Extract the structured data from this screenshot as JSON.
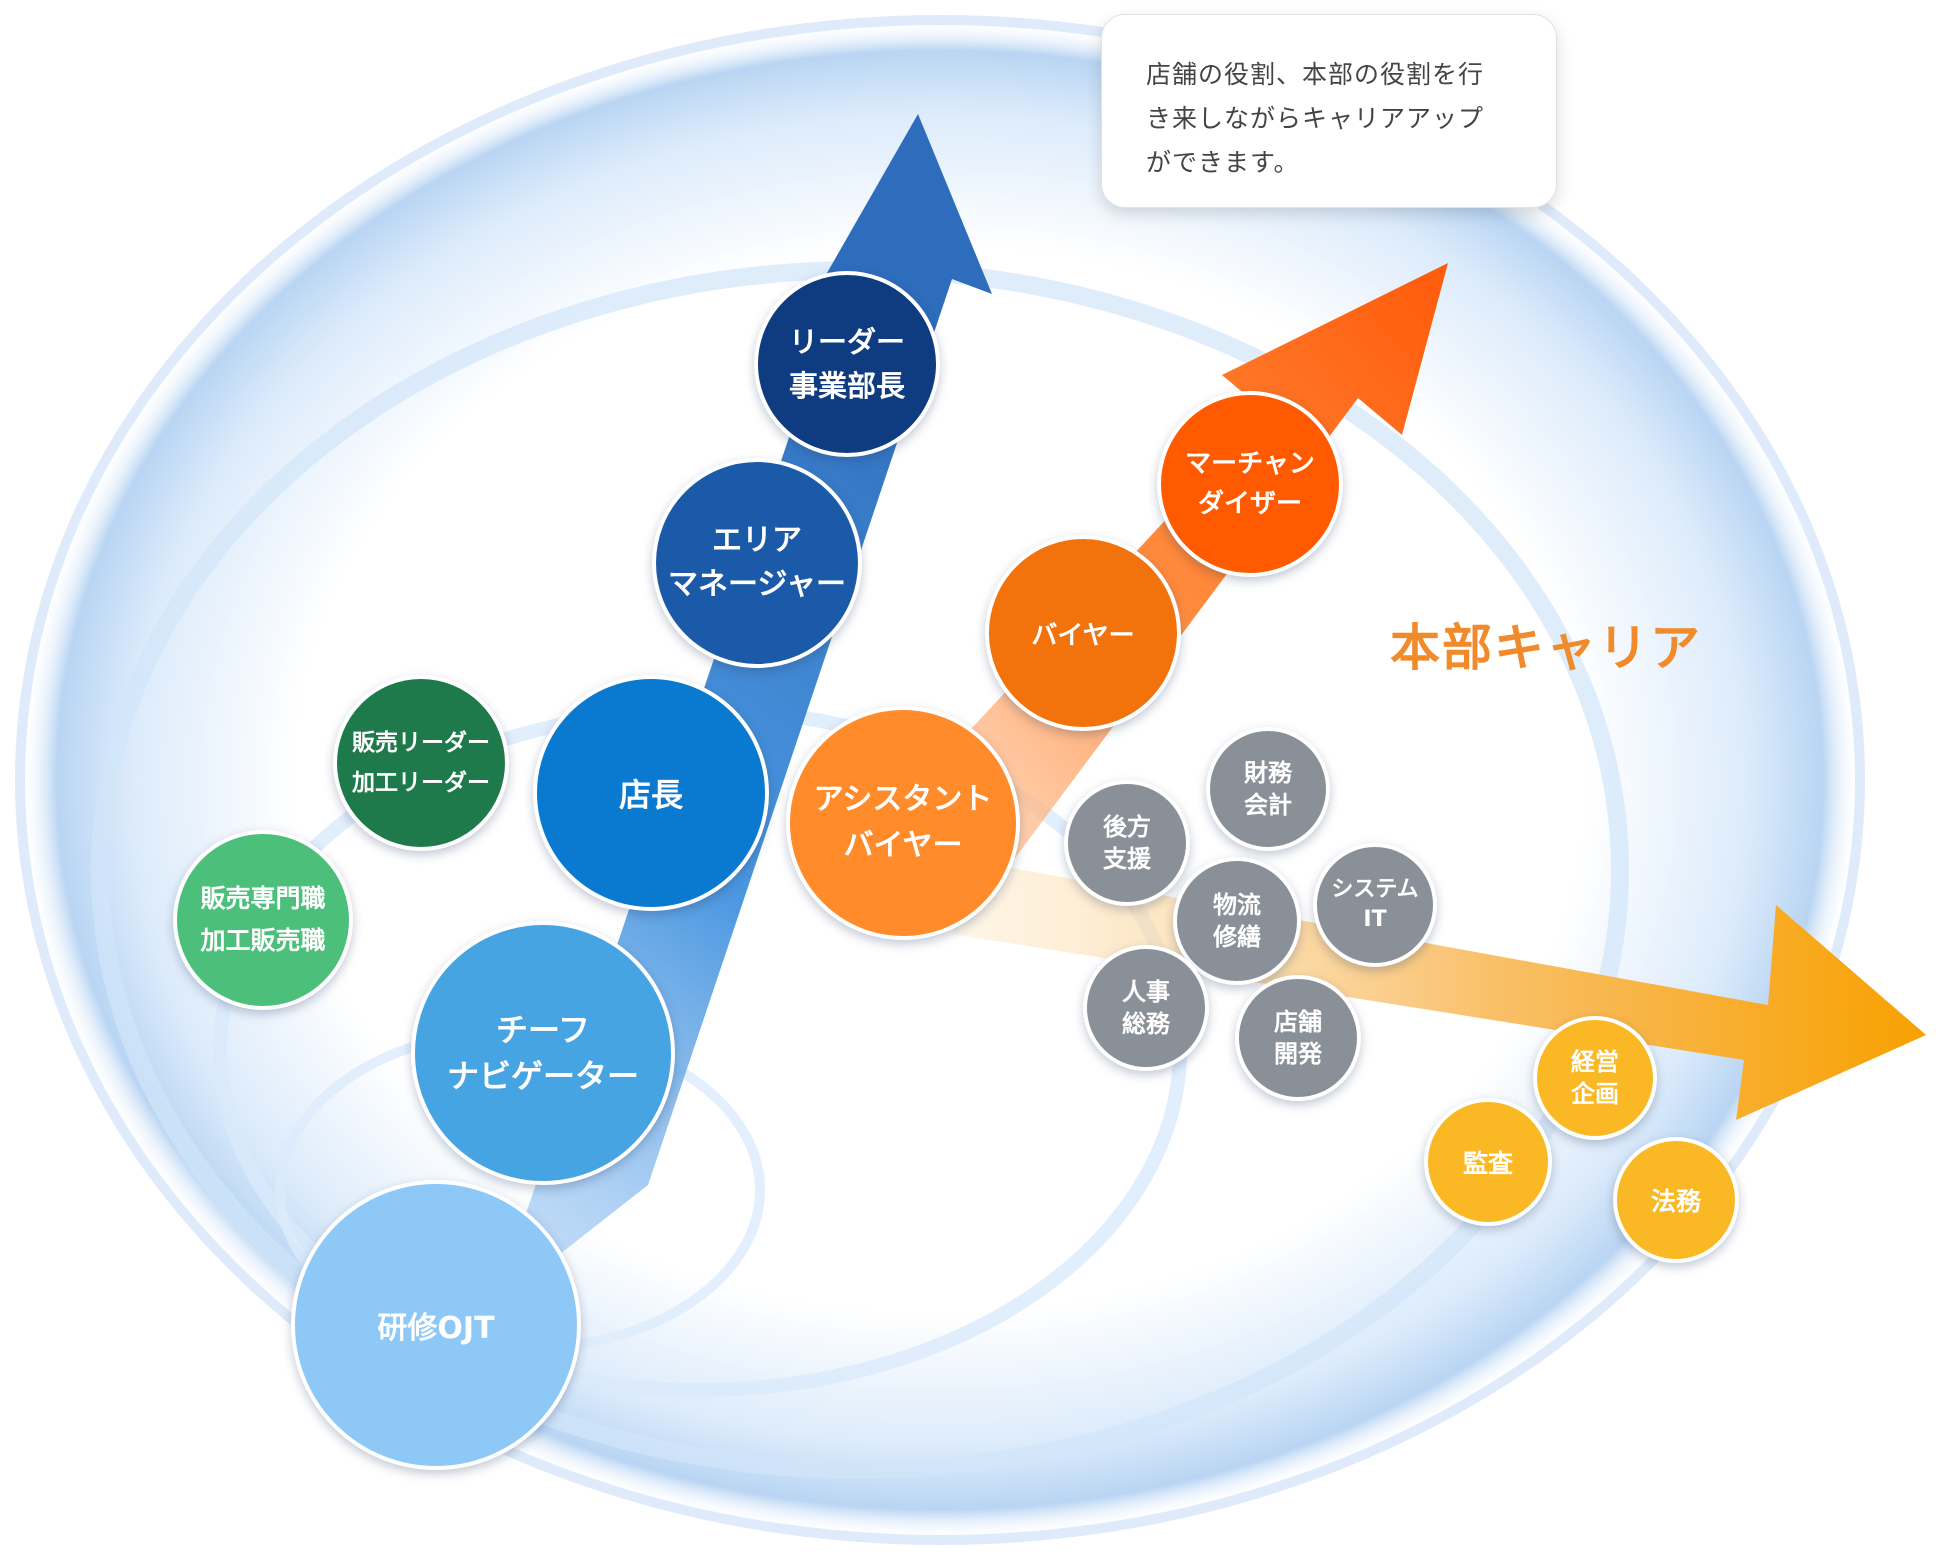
{
  "callout": {
    "lines": [
      "店舗の役割、本部の役割を行",
      "き来しながらキャリアアップ",
      "ができます。"
    ]
  },
  "hq_career_label": "本部キャリア",
  "colors": {
    "store_track_blue": "#2f6fc0",
    "merch_track_orange": "#ff5a0a",
    "staff_track_amber": "#f4a020",
    "green_dark": "#1e7a4a",
    "green_light": "#4cc07a",
    "gray_node": "#8a9098",
    "yellow_node": "#fbb825",
    "label_orange": "#f08a2a"
  },
  "nodes": {
    "training": {
      "lines": [
        "研修OJT"
      ],
      "color": "#8ec8f7"
    },
    "chief_navigator": {
      "lines": [
        "チーフ",
        "ナビゲーター"
      ],
      "color": "#46a4e2"
    },
    "store_manager": {
      "lines": [
        "店長"
      ],
      "color": "#0a7ad1"
    },
    "area_manager": {
      "lines": [
        "エリア",
        "マネージャー"
      ],
      "color": "#1b5aa8"
    },
    "leader_division_head": {
      "lines": [
        "リーダー",
        "事業部長"
      ],
      "color": "#0f3c80"
    },
    "sales_leader": {
      "lines": [
        "販売リーダー",
        "加工リーダー"
      ],
      "color": "#1e7a4a"
    },
    "sales_specialist": {
      "lines": [
        "販売専門職",
        "加工販売職"
      ],
      "color": "#4cc07a"
    },
    "assistant_buyer": {
      "lines": [
        "アシスタント",
        "バイヤー"
      ],
      "color": "#ff8b2a"
    },
    "buyer": {
      "lines": [
        "バイヤー"
      ],
      "color": "#f2720c"
    },
    "merchandiser": {
      "lines": [
        "マーチャン",
        "ダイザー"
      ],
      "color": "#ff5a00"
    },
    "back_office": {
      "lines": [
        "後方",
        "支援"
      ],
      "color": "#8a9098"
    },
    "finance": {
      "lines": [
        "財務",
        "会計"
      ],
      "color": "#8a9098"
    },
    "logistics": {
      "lines": [
        "物流",
        "修繕"
      ],
      "color": "#8a9098"
    },
    "systems": {
      "lines": [
        "システム",
        "IT"
      ],
      "color": "#8a9098"
    },
    "hr": {
      "lines": [
        "人事",
        "総務"
      ],
      "color": "#8a9098"
    },
    "store_dev": {
      "lines": [
        "店舗",
        "開発"
      ],
      "color": "#8a9098"
    },
    "planning": {
      "lines": [
        "経営",
        "企画"
      ],
      "color": "#fbb825"
    },
    "audit": {
      "lines": [
        "監査"
      ],
      "color": "#fbb825"
    },
    "legal": {
      "lines": [
        "法務"
      ],
      "color": "#fbb825"
    }
  }
}
